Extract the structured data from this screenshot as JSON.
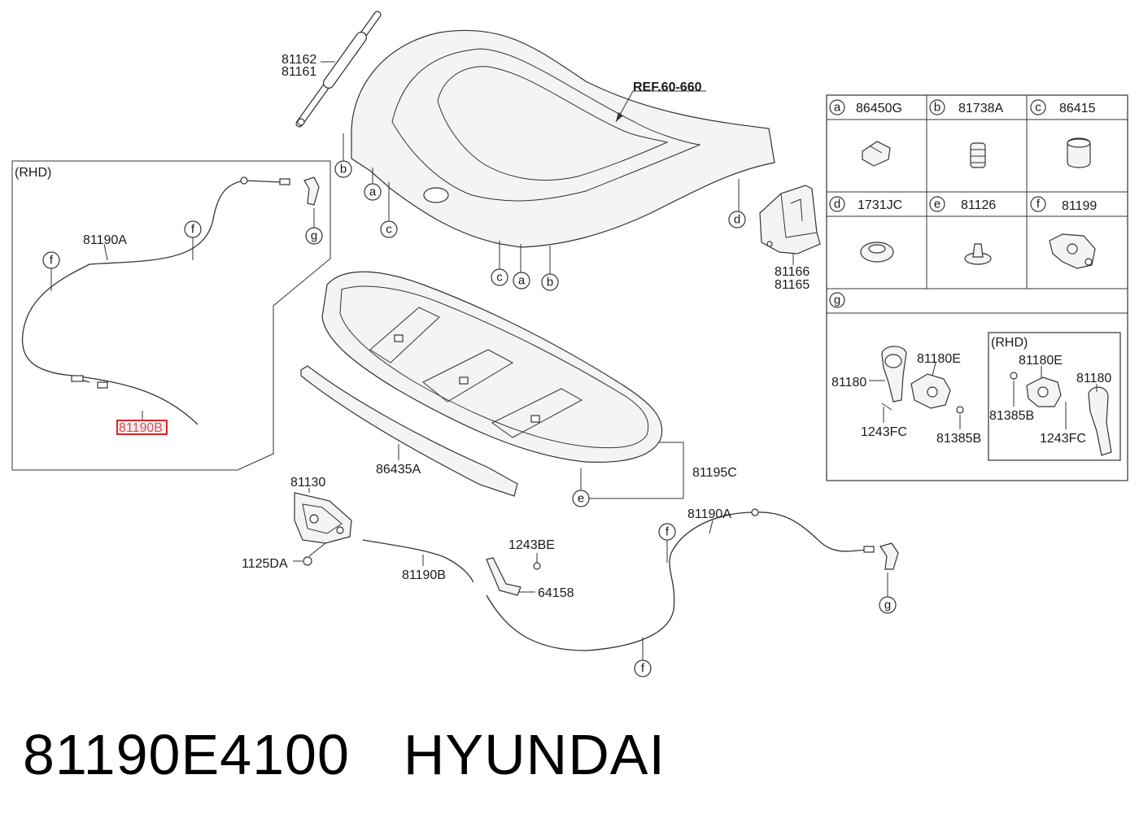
{
  "caption": {
    "part_number": "81190E4100",
    "brand": "HYUNDAI"
  },
  "labels": {
    "ref": "REF.60-660",
    "rhd_left": "(RHD)",
    "rhd_right": "(RHD)",
    "p81162": "81162",
    "p81161": "81161",
    "p81190A_left": "81190A",
    "p81190B_left": "81190B",
    "p81166": "81166",
    "p81165": "81165",
    "p86435A": "86435A",
    "p81195C": "81195C",
    "p81130": "81130",
    "p1125DA": "1125DA",
    "p81190B_bottom": "81190B",
    "p1243BE": "1243BE",
    "p64158": "64158",
    "p81190A_bottom": "81190A",
    "g_81180": "81180",
    "g_81180E": "81180E",
    "g_1243FC": "1243FC",
    "g_81385B": "81385B",
    "rhd_81180E": "81180E",
    "rhd_81180": "81180",
    "rhd_81385B": "81385B",
    "rhd_1243FC": "1243FC"
  },
  "legend": {
    "cells": [
      {
        "letter": "a",
        "part": "86450G"
      },
      {
        "letter": "b",
        "part": "81738A"
      },
      {
        "letter": "c",
        "part": "86415"
      },
      {
        "letter": "d",
        "part": "1731JC"
      },
      {
        "letter": "e",
        "part": "81126"
      },
      {
        "letter": "f",
        "part": "81199"
      }
    ],
    "g_letter": "g"
  },
  "callouts": {
    "a": "a",
    "b": "b",
    "c": "c",
    "d": "d",
    "e": "e",
    "f": "f",
    "g": "g"
  },
  "colors": {
    "highlight": "#d9262c",
    "line": "#333333"
  }
}
